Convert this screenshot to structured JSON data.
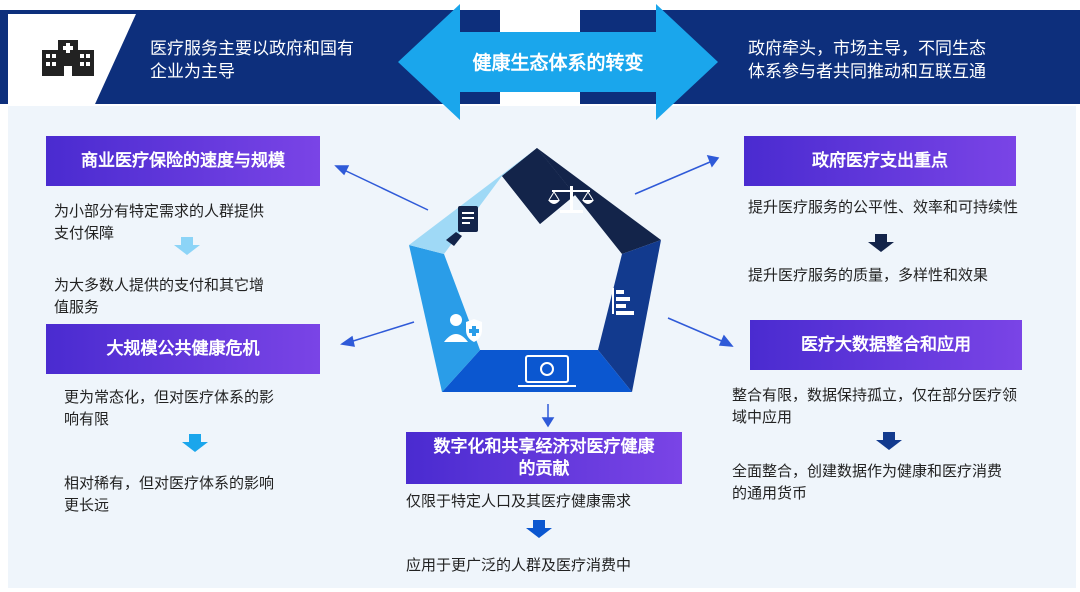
{
  "colors": {
    "banner": "#0d2f7c",
    "arrow_cyan": "#1aa6ec",
    "header_purple": "#5a33da",
    "pent_dark": "#13244a",
    "pent_navy": "#123a8e",
    "pent_blue": "#0b57d0",
    "pent_mid": "#2a9de8",
    "pent_light": "#9fd9f6",
    "connector": "#2f5ad8"
  },
  "banner": {
    "left_text": "医疗服务主要以政府和国有\n企业为主导",
    "center_label": "健康生态体系的转变",
    "right_text": "政府牵头，市场主导，不同生态\n体系参与者共同推动和互联互通",
    "left_icon": "hospital-icon"
  },
  "sections": {
    "commercial": {
      "title": "商业医疗保险的速度与规模",
      "before": "为小部分有特定需求的人群提供\n支付保障",
      "after": "为大多数人提供的支付和其它增\n值服务",
      "icon": "insurance-document-icon"
    },
    "public_health": {
      "title": "大规模公共健康危机",
      "before": "更为常态化，但对医疗体系的影\n响有限",
      "after": "相对稀有，但对医疗体系的影响\n更长远",
      "icon": "health-shield-icon"
    },
    "government": {
      "title": "政府医疗支出重点",
      "before": "提升医疗服务的公平性、效率和可持续性",
      "after": "提升医疗服务的质量，多样性和效果",
      "icon": "scales-icon"
    },
    "big_data": {
      "title": "医疗大数据整合和应用",
      "before": "整合有限，数据保持孤立，仅在部分医疗领\n域中应用",
      "after": "全面整合，创建数据作为健康和医疗消费\n的通用货币",
      "icon": "data-bars-icon"
    },
    "digital": {
      "title": "数字化和共享经济对医疗健康\n的贡献",
      "before": "仅限于特定人口及其医疗健康需求",
      "after": "应用于更广泛的人群及医疗消费中",
      "icon": "laptop-icon"
    }
  }
}
